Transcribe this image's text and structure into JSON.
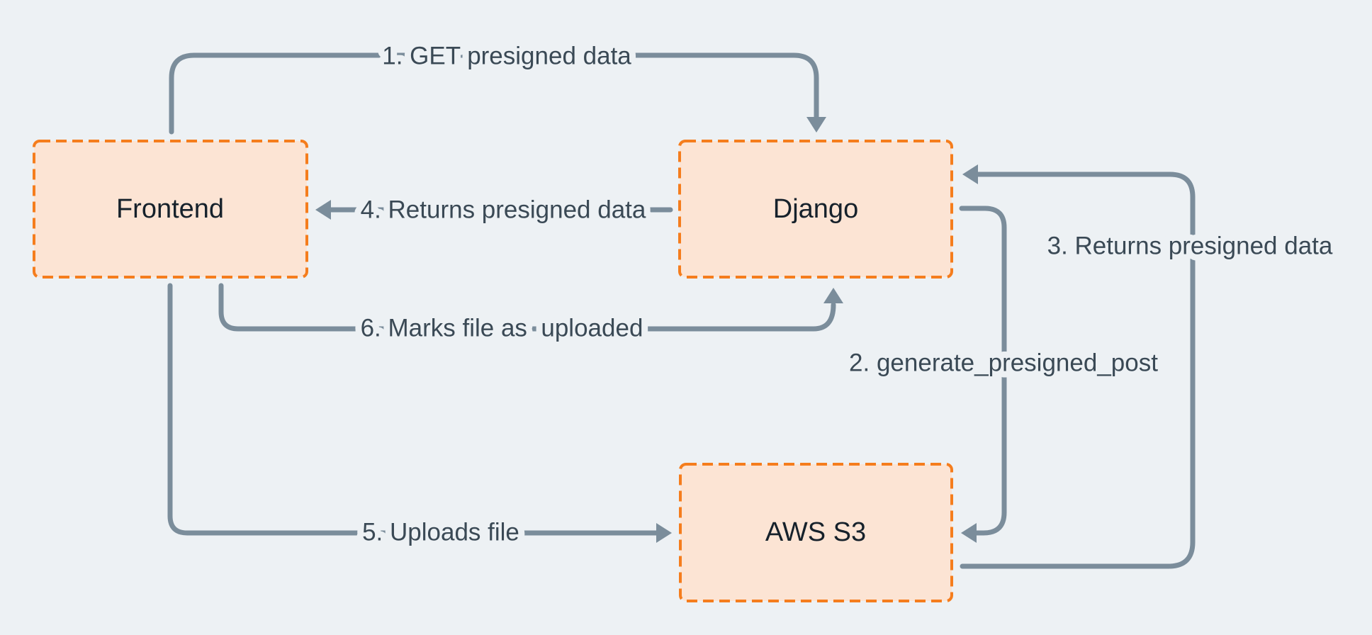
{
  "diagram": {
    "colors": {
      "bg": "#edf1f4",
      "node_fill": "#fce4d4",
      "node_border": "#f57d1d",
      "arrow": "#7b8d9b",
      "node_text": "#16212b",
      "edge_text": "#3a4955"
    },
    "nodes": [
      {
        "label": "Frontend"
      },
      {
        "label": "Django"
      },
      {
        "label": "AWS S3"
      }
    ],
    "edges": [
      {
        "label": "1. GET presigned data",
        "from": "Frontend",
        "to": "Django"
      },
      {
        "label": "2. generate_presigned_post",
        "from": "Django",
        "to": "AWS S3"
      },
      {
        "label": "3. Returns presigned data",
        "from": "AWS S3",
        "to": "Django"
      },
      {
        "label": "4. Returns presigned data",
        "from": "Django",
        "to": "Frontend"
      },
      {
        "label": "5. Uploads file",
        "from": "Frontend",
        "to": "AWS S3"
      },
      {
        "label": "6. Marks file as  uploaded",
        "from": "Frontend",
        "to": "Django"
      }
    ]
  }
}
